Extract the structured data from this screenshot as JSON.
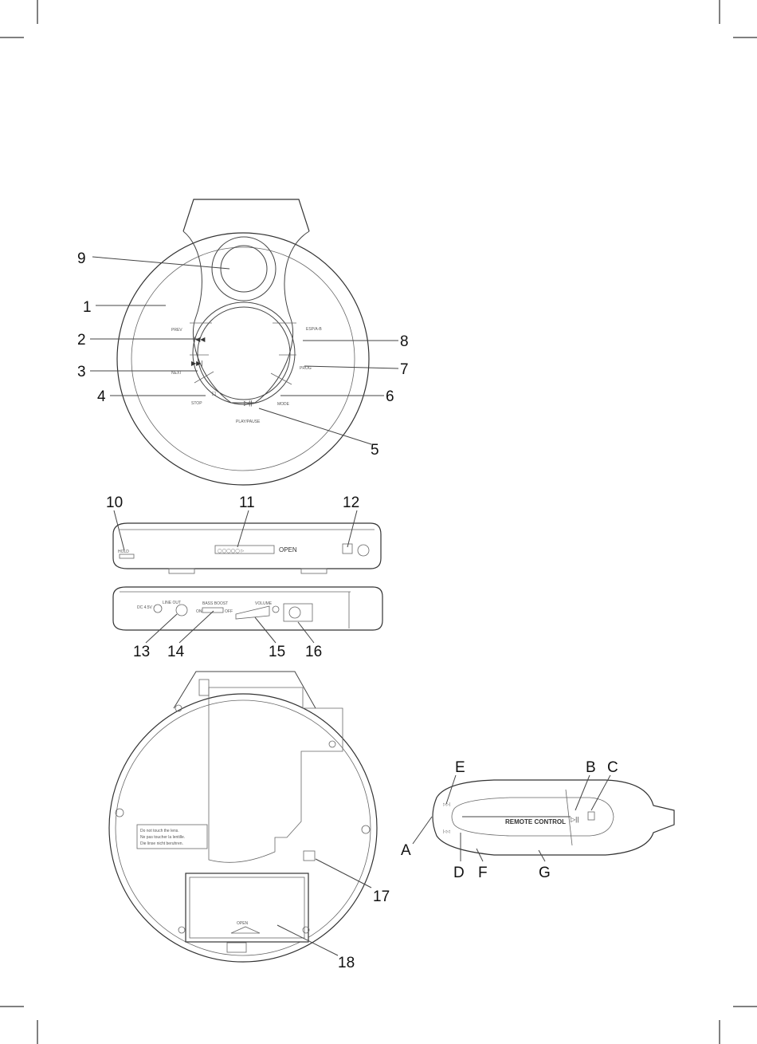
{
  "callouts": {
    "front": [
      "1",
      "2",
      "3",
      "4",
      "5",
      "6",
      "7",
      "8",
      "9"
    ],
    "side_top": [
      "10",
      "11",
      "12"
    ],
    "side_bottom": [
      "13",
      "14",
      "15",
      "16"
    ],
    "bottom": [
      "17",
      "18"
    ],
    "remote": [
      "A",
      "B",
      "C",
      "D",
      "E",
      "F",
      "G"
    ]
  },
  "button_labels": {
    "prev": "PREV",
    "next": "NEXT",
    "stop": "STOP",
    "play_pause": "PLAY/PAUSE",
    "mode": "MODE",
    "prog": "PROG",
    "esp": "ESP/A-B"
  },
  "side_labels": {
    "open": "OPEN",
    "dc_in": "DC 4.5V",
    "line_out": "LINE OUT",
    "bass": "BASS BOOST",
    "on": "ON",
    "off": "OFF",
    "volume": "VOLUME",
    "hold": "HOLD"
  },
  "bottom_labels": {
    "open": "OPEN",
    "warning": [
      "Do not touch the lens.",
      "Ne pas toucher la lentille.",
      "Die linse nicht beruhren."
    ]
  },
  "remote_labels": {
    "title": "REMOTE CONTROL"
  }
}
